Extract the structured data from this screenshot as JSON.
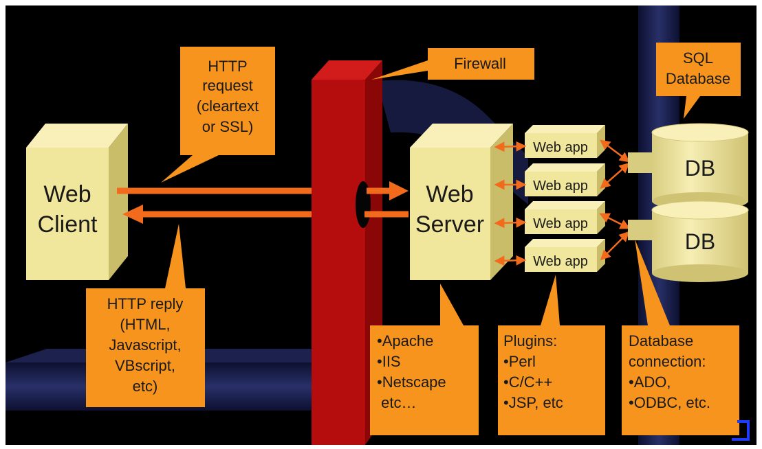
{
  "labels": {
    "web_client": [
      "Web",
      "Client"
    ],
    "web_server": [
      "Web",
      "Server"
    ],
    "web_apps": [
      "Web app",
      "Web app",
      "Web app",
      "Web app"
    ],
    "db": [
      "DB",
      "DB"
    ]
  },
  "callouts": {
    "http_request": [
      "HTTP",
      "request",
      "(cleartext",
      "or SSL)"
    ],
    "http_reply": [
      "HTTP reply",
      "(HTML,",
      "Javascript,",
      "VBscript,",
      "etc)"
    ],
    "firewall": [
      "Firewall"
    ],
    "sql_database": [
      "SQL",
      "Database"
    ],
    "server_list": [
      "•Apache",
      "•IIS",
      "•Netscape",
      " etc…"
    ],
    "plugins": [
      "Plugins:",
      "•Perl",
      "•C/C++",
      "•JSP, etc"
    ],
    "db_connection": [
      "Database",
      "connection:",
      "•ADO,",
      "•ODBC, etc."
    ]
  },
  "colors": {
    "background": "#000000",
    "box_face": "#f1e79c",
    "box_side": "#c9bd6a",
    "box_top": "#f8f0b8",
    "callout": "#f7941d",
    "arrow": "#f26b1d",
    "firewall": "#b50d0d",
    "pipe": "#1a1f4a"
  }
}
